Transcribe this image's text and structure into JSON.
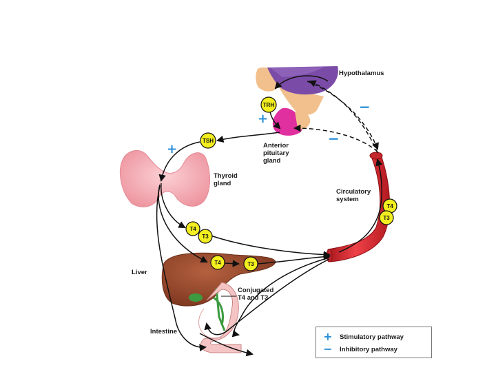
{
  "labels": {
    "hypothalamus": "Hypothalamus",
    "anterior_pituitary": [
      "Anterior",
      "pituitary",
      "gland"
    ],
    "thyroid": [
      "Thyroid",
      "gland"
    ],
    "circulatory": [
      "Circulatory",
      "system"
    ],
    "liver": "Liver",
    "conjugated": [
      "Conjugated",
      "T4 and T3"
    ],
    "intestine": "Intestine"
  },
  "hormones": {
    "trh": "TRH",
    "tsh": "TSH",
    "t4": "T4",
    "t3": "T3"
  },
  "signs": {
    "plus": "+",
    "minus": "−"
  },
  "legend": {
    "stimulatory_symbol": "+",
    "stimulatory_label": "Stimulatory pathway",
    "inhibitory_symbol": "−",
    "inhibitory_label": "Inhibitory pathway"
  },
  "colors": {
    "sign_blue": "#2a8fd8",
    "hormone_yellow": "#f3ee1f",
    "hypothalamus_purple": "#7b4ca7",
    "pituitary_magenta": "#e0309f",
    "thyroid_pink": "#f4a5ad",
    "vessel_red": "#d9232b",
    "liver_brown": "#9a4a2b",
    "intestine_pink": "#f5c5c5"
  }
}
